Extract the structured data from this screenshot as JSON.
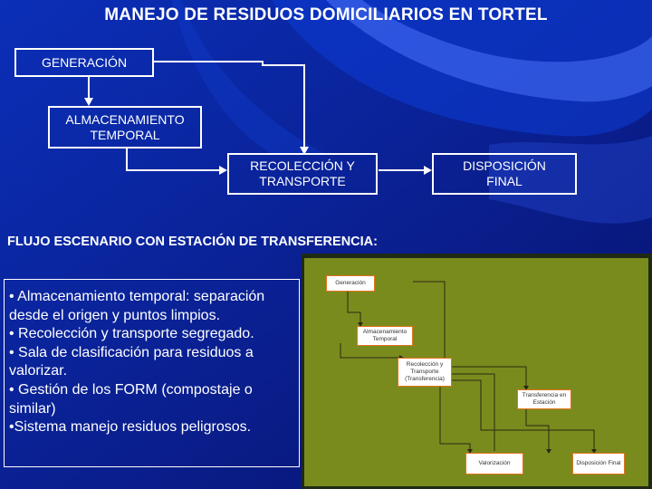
{
  "title": "MANEJO DE RESIDUOS DOMICILIARIOS EN TORTEL",
  "flow": {
    "generacion": "GENERACIÓN",
    "almacenamiento": "ALMACENAMIENTO TEMPORAL",
    "recoleccion": "RECOLECCIÓN Y TRANSPORTE",
    "disposicion": "DISPOSICIÓN FINAL"
  },
  "subtitle": "FLUJO ESCENARIO CON ESTACIÓN  DE TRANSFERENCIA:",
  "bullets": [
    "• Almacenamiento temporal: separación desde el origen y puntos limpios.",
    "• Recolección y transporte segregado.",
    "• Sala de clasificación para residuos a valorizar.",
    "• Gestión de los FORM (compostaje o similar)",
    "•Sistema manejo residuos peligrosos."
  ],
  "diagram2": {
    "generacion": "Generación",
    "almacenamiento": "Almacenamiento Temporal",
    "recoleccion": "Recolección y Transporte (Transferencia)",
    "transferencia": "Transferencia en Estación",
    "valorizacion": "Valorización",
    "disposicion": "Disposición Final"
  },
  "colors": {
    "background": "#0a1f8f",
    "panel": "#7a8b1e",
    "box_border": "#e2731b"
  }
}
